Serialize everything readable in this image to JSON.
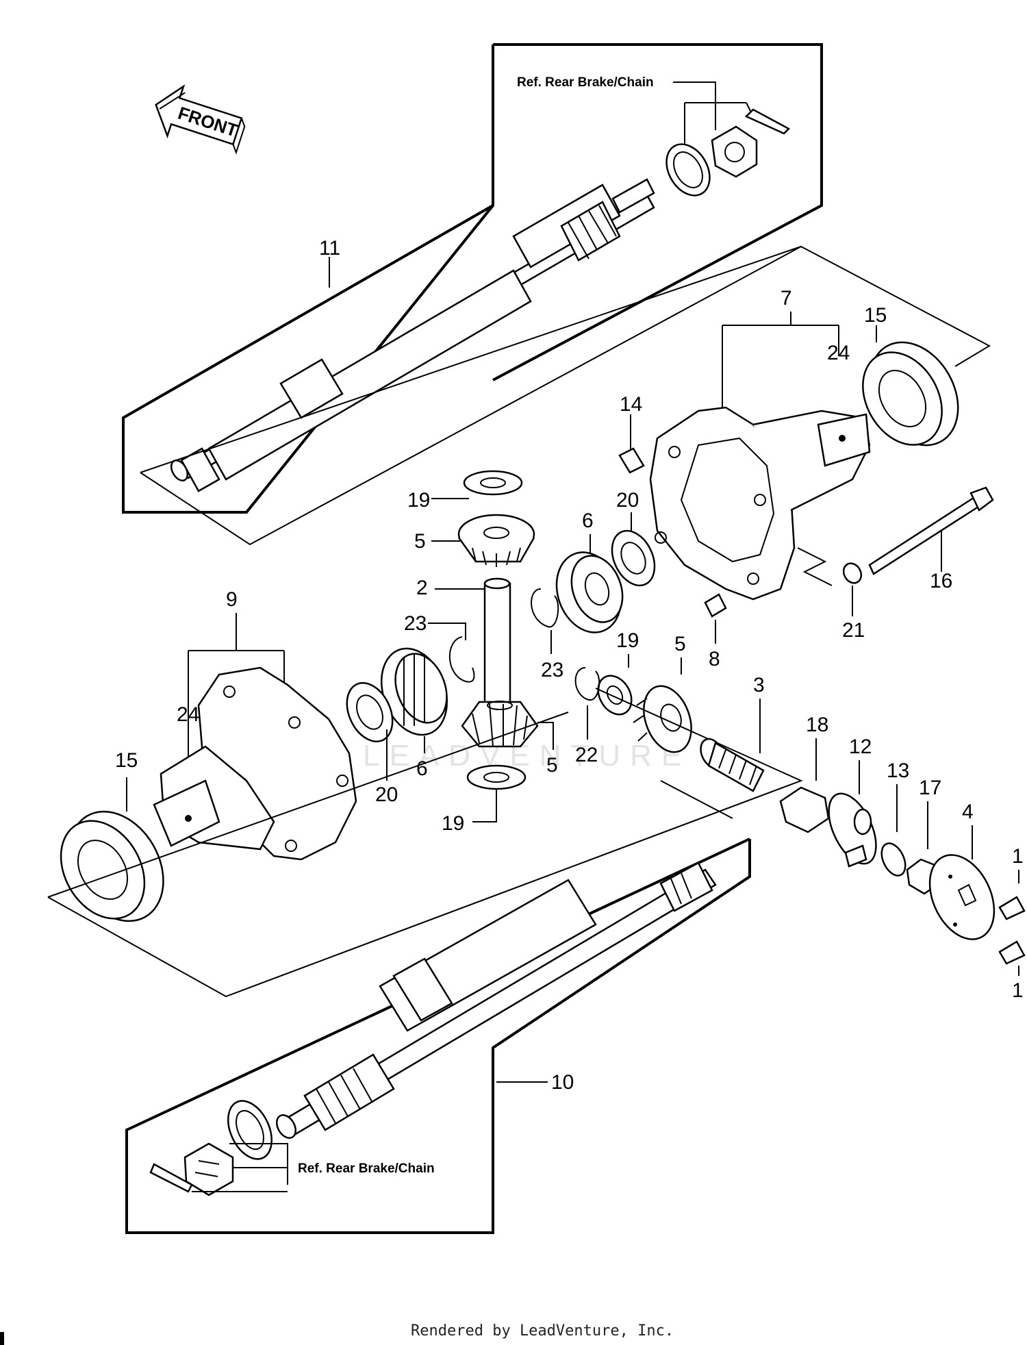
{
  "arrow_label": "FRONT",
  "ref_top": "Ref. Rear Brake/Chain",
  "ref_bottom": "Ref. Rear Brake/Chain",
  "watermark": "LEADVENTURE",
  "footer": "Rendered by LeadVenture, Inc.",
  "callouts": {
    "c11": "11",
    "c7": "7",
    "c15a": "15",
    "c24a": "24",
    "c14": "14",
    "c19a": "19",
    "c5a": "5",
    "c6a": "6",
    "c20a": "20",
    "c16": "16",
    "c2": "2",
    "c21": "21",
    "c9": "9",
    "c23a": "23",
    "c23b": "23",
    "c8": "8",
    "c19b": "19",
    "c5b": "5",
    "c24b": "24",
    "c3": "3",
    "c18": "18",
    "c12": "12",
    "c15b": "15",
    "c20b": "20",
    "c6b": "6",
    "c5c": "5",
    "c22": "22",
    "c13": "13",
    "c17": "17",
    "c4": "4",
    "c19c": "19",
    "c1a": "1",
    "c1b": "1",
    "c10": "10"
  }
}
